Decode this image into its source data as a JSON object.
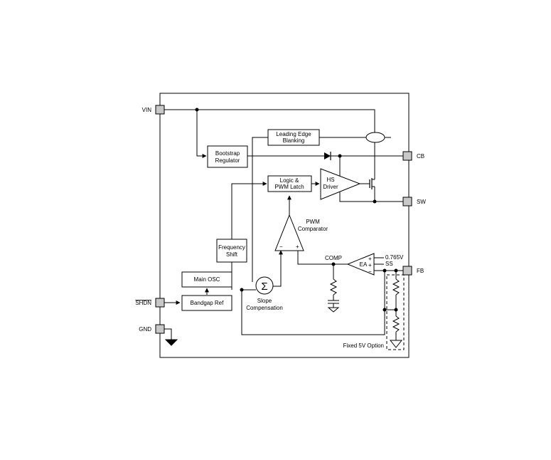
{
  "pins": {
    "vin": "VIN",
    "shdn": "SHDN",
    "gnd": "GND",
    "cb": "CB",
    "sw": "SW",
    "fb": "FB"
  },
  "blocks": {
    "leading_edge_1": "Leading Edge",
    "leading_edge_2": "Blanking",
    "bootstrap_1": "Bootstrap",
    "bootstrap_2": "Regulator",
    "logic_1": "Logic &",
    "logic_2": "PWM Latch",
    "hs_1": "HS",
    "hs_2": "Driver",
    "pwm_1": "PWM",
    "pwm_2": "Comparator",
    "freq_1": "Frequency",
    "freq_2": "Shift",
    "main_osc": "Main OSC",
    "bandgap": "Bandgap Ref",
    "slope_1": "Slope",
    "slope_2": "Compensation",
    "sigma": "Σ",
    "comp": "COMP",
    "ea": "EA",
    "vref": "0.765V",
    "ss": "SS",
    "fixed": "Fixed 5V Option",
    "minus": "−",
    "plus": "+"
  }
}
